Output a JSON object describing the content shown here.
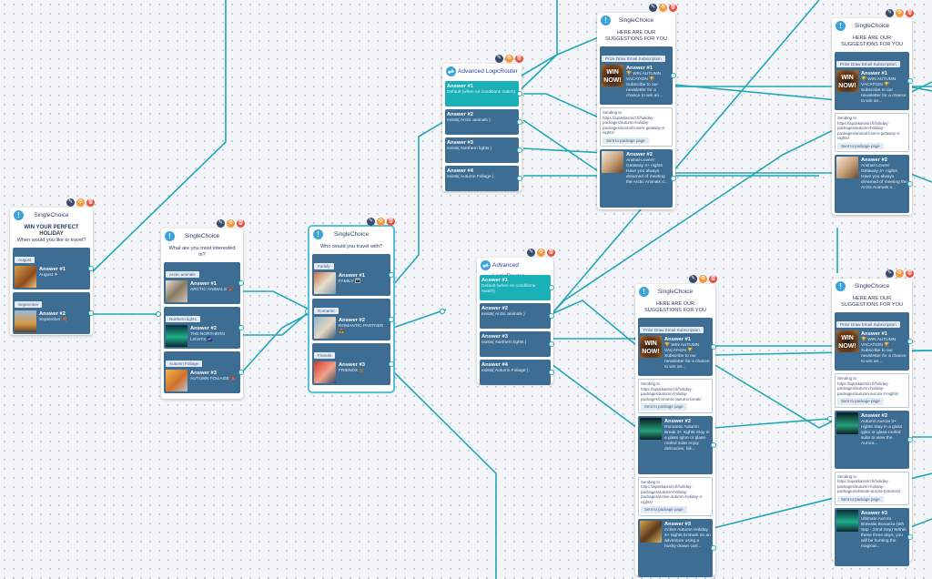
{
  "colors": {
    "wire": "#22a8b8",
    "card": "#3d6d93",
    "default_answer": "#19b0b8"
  },
  "icons": {
    "node": "info-icon",
    "router": "router-icon",
    "edit": "pencil-icon",
    "settings": "gear-icon",
    "delete": "trash-icon"
  },
  "start": {
    "title": "SingleChoice",
    "q_bold": "WIN YOUR PERFECT HOLIDAY",
    "q": "When would you like to travel?",
    "a1": {
      "tag": "August",
      "title": "Answer #1",
      "text": "August ☀"
    },
    "a2": {
      "tag": "September",
      "title": "Answer #2",
      "text": "September 🍂"
    }
  },
  "interest": {
    "title": "SingleChoice",
    "q": "What are you most interested in?",
    "a1": {
      "tag": "Arctic animals",
      "title": "Answer #1",
      "text": "ARCTIC ANIMALS 🐻"
    },
    "a2": {
      "tag": "Northern lights",
      "title": "Answer #2",
      "text": "THE NORTHERN LIGHTS 🌌"
    },
    "a3": {
      "tag": "Autumn Foliage",
      "title": "Answer #3",
      "text": "AUTUMN FOLIAGE 🍁"
    }
  },
  "companion": {
    "title": "SingleChoice",
    "q": "Who would you travel with?",
    "a1": {
      "tag": "Family",
      "title": "Answer #1",
      "text": "FAMILY 👪"
    },
    "a2": {
      "tag": "Romantic",
      "title": "Answer #2",
      "text": "ROMANTIC PARTNER 💑"
    },
    "a3": {
      "tag": "Friends",
      "title": "Answer #3",
      "text": "FRIENDS 👯"
    }
  },
  "router1": {
    "title": "Advanced LogicRouter",
    "a1": {
      "title": "Answer #1",
      "text": "Default (when no conditions match)"
    },
    "a2": {
      "title": "Answer #2",
      "text": "exists( Arctic animals )"
    },
    "a3": {
      "title": "Answer #3",
      "text": "exists( Northern lights )"
    },
    "a4": {
      "title": "Answer #4",
      "text": "exists( Autumn Foliage )"
    }
  },
  "router2": {
    "title": "Advanced LogicRouter",
    "a1": {
      "title": "Answer #1",
      "text": "Default (when no conditions match)"
    },
    "a2": {
      "title": "Answer #2",
      "text": "exists( Arctic animals )"
    },
    "a3": {
      "title": "Answer #3",
      "text": "exists( Northern lights )"
    },
    "a4": {
      "title": "Answer #4",
      "text": "exists( Autumn Foliage )"
    }
  },
  "s1": {
    "title": "SingleChoice",
    "q": "HERE ARE OUR SUGGESTIONS FOR YOU",
    "a1": {
      "tag": "Prize Draw Email Subscription",
      "thumb": "WIN NOW!",
      "title": "Answer #1",
      "text": "🏆 WIN AUTUMN VACATION 🏆 Subscribe to our newsletter for a chance to win an..."
    },
    "send": {
      "label": "Sending to",
      "url": "https://apukkasmirt.fi/holiday-packages/autumn-holiday-packages/animal-lovers-getaway-4-nights/",
      "btn": "Sent to package page"
    },
    "a2": {
      "title": "Answer #2",
      "text": "Animal-Lovers' Getaway 4+ nights Have you always dreamed of meeting the Arctic Animals o..."
    }
  },
  "s2": {
    "title": "SingleChoice",
    "q": "HERE ARE OUR SUGGESTIONS FOR YOU",
    "a1": {
      "tag": "Prize Draw Email Subscription",
      "thumb": "WIN NOW!",
      "title": "Answer #1",
      "text": "🏆 WIN AUTUMN VACATION 🏆 Subscribe to our newsletter for a chance to win an..."
    },
    "send": {
      "label": "Sending to",
      "url": "https://apukkasmirt.fi/holiday-packages/autumn-holiday-packages/animal-lovers-getaway-4-nights/",
      "btn": "Sent to package page"
    },
    "a2": {
      "title": "Answer #2",
      "text": "Animal-Lovers' Getaway 4+ nights Have you always dreamed of meeting the Arctic Animals o..."
    }
  },
  "s3": {
    "title": "SingleChoice",
    "q": "HERE ARE OUR SUGGESTIONS FOR YOU",
    "a1": {
      "tag": "Prize Draw Email Subscription",
      "thumb": "WIN NOW!",
      "title": "Answer #1",
      "text": "🏆 WIN AUTUMN VACATION 🏆 Subscribe to our newsletter for a chance to win an..."
    },
    "send1": {
      "label": "Sending to",
      "url": "https://apukkasmirt.fi/holiday-packages/autumn-holiday-packages/romantic-autumn-break/",
      "btn": "Sent to package page"
    },
    "a2": {
      "title": "Answer #2",
      "text": "Romantic Autumn Break 3+ nights Stay in a glass igloo or glass-roofed suite enjoy delicacies, hik..."
    },
    "send2": {
      "label": "Sending to",
      "url": "https://apukkasmirt.fi/holiday-packages/autumn-holiday-packages/active-autumn-holiday-4-nights/",
      "btn": "Sent to package page"
    },
    "a3": {
      "title": "Answer #3",
      "text": "Active Autumn Holiday 4+ nights Embark on an adventure using a husky-drawn cart..."
    }
  },
  "s4": {
    "title": "SingleChoice",
    "q": "HERE ARE OUR SUGGESTIONS FOR YOU",
    "a1": {
      "tag": "Prize Draw Email Subscription",
      "thumb": "WIN NOW!",
      "title": "Answer #1",
      "text": "🏆 WIN AUTUMN VACATION 🏆 Subscribe to our newsletter for a chance to win an..."
    },
    "send1": {
      "label": "Sending to",
      "url": "https://apukkasmirt.fi/holiday-packages/autumn-holiday-packages/autumn-aurora-3-nights/",
      "btn": "Sent to package page"
    },
    "a2": {
      "title": "Answer #2",
      "text": "Autumn Aurora 3+ nights Stay in a glass igloo or glass-roofed suite to view the Aurora..."
    },
    "send2": {
      "label": "Sending to",
      "url": "https://apukkasmirt.fi/holiday-packages/autumn-holiday-packages/ultimate-aurora-bonanza/",
      "btn": "Sent to package page"
    },
    "a3": {
      "title": "Answer #3",
      "text": "Ultimate Aurora Borealis Bonanza (5th Sep - 22nd Sep) Within these three days, you will be hunting the magical..."
    }
  }
}
